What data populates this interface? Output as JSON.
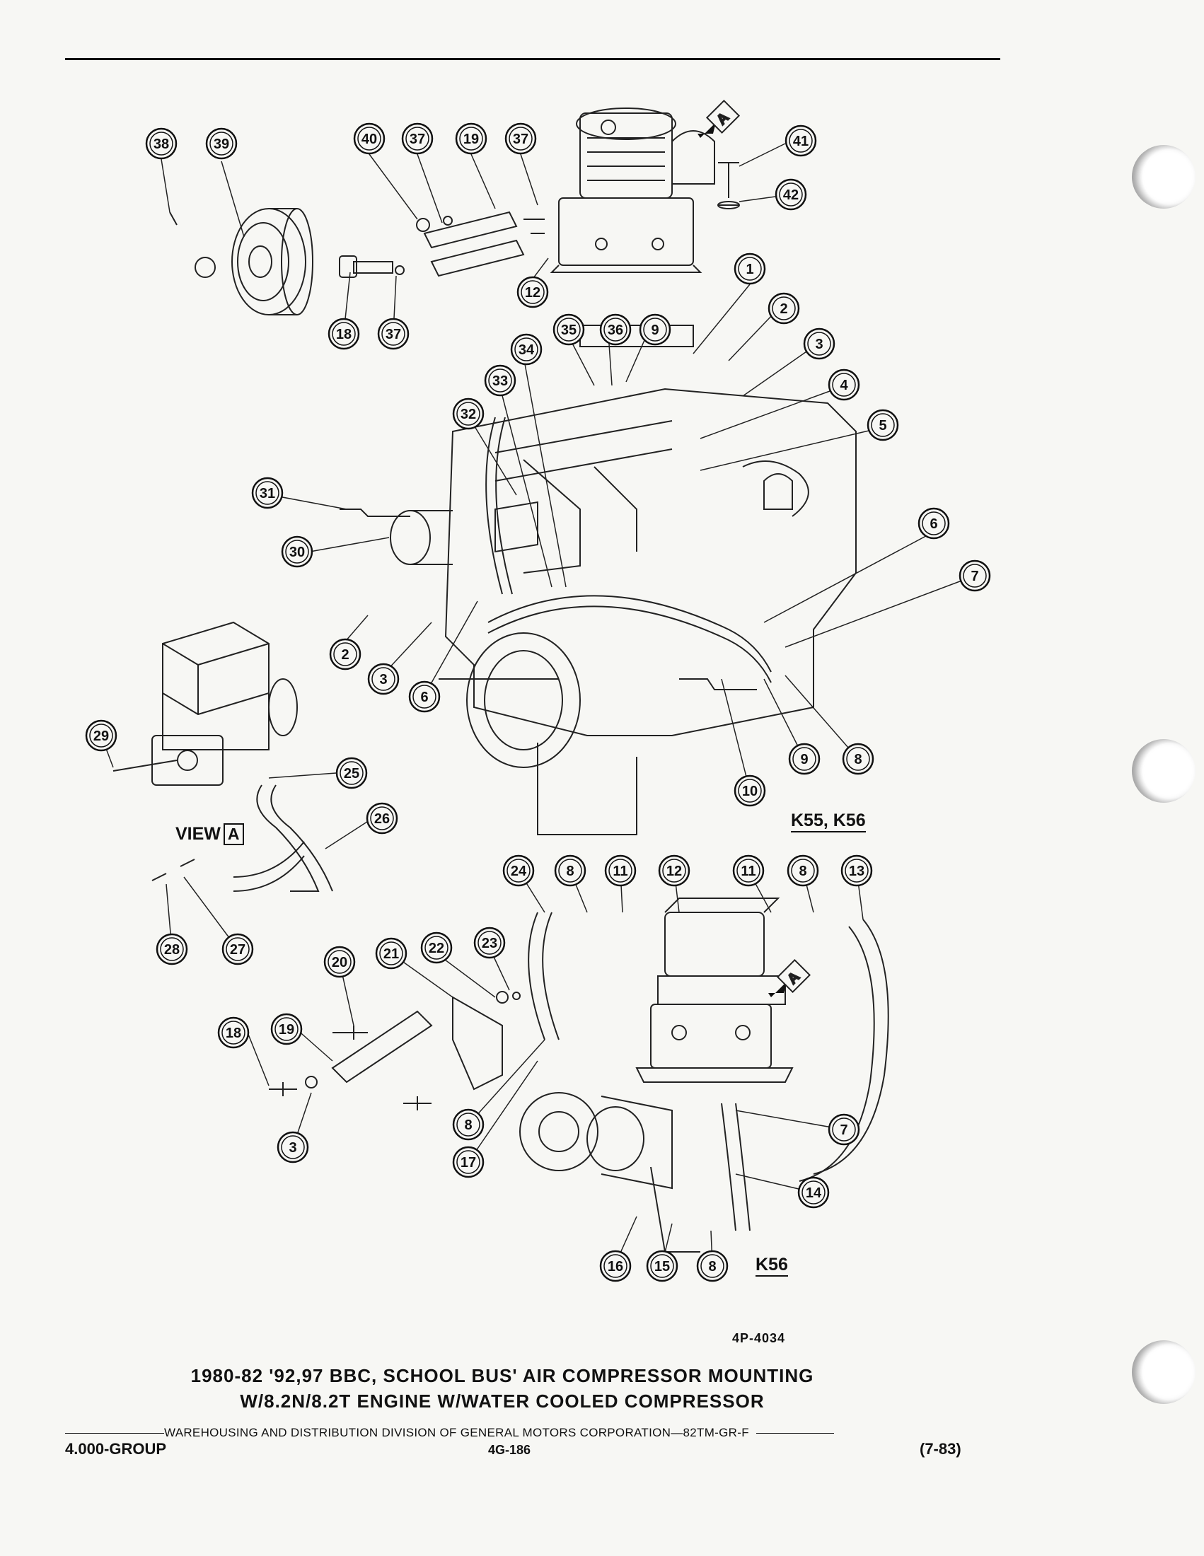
{
  "figure": {
    "code": "4P-4034",
    "caption_line1": "1980-82 '92,97 BBC, SCHOOL BUS' AIR COMPRESSOR MOUNTING",
    "caption_line2": "W/8.2N/8.2T ENGINE  W/WATER COOLED COMPRESSOR"
  },
  "labels": {
    "k55_k56": "K55, K56",
    "k56": "K56",
    "view_a": "VIEW",
    "view_a_box": "A",
    "arrow_a": "A"
  },
  "footer": {
    "publisher": "WAREHOUSING AND DISTRIBUTION  DIVISION OF GENERAL MOTORS CORPORATION—82TM-GR-F",
    "group": "4.000-GROUP",
    "page": "4G-186",
    "date": "(7-83)"
  },
  "callouts": [
    {
      "n": "38"
    },
    {
      "n": "39"
    },
    {
      "n": "40"
    },
    {
      "n": "37"
    },
    {
      "n": "19"
    },
    {
      "n": "37"
    },
    {
      "n": "41"
    },
    {
      "n": "42"
    },
    {
      "n": "12"
    },
    {
      "n": "18"
    },
    {
      "n": "37"
    },
    {
      "n": "1"
    },
    {
      "n": "2"
    },
    {
      "n": "3"
    },
    {
      "n": "4"
    },
    {
      "n": "5"
    },
    {
      "n": "35"
    },
    {
      "n": "36"
    },
    {
      "n": "9"
    },
    {
      "n": "34"
    },
    {
      "n": "33"
    },
    {
      "n": "32"
    },
    {
      "n": "31"
    },
    {
      "n": "30"
    },
    {
      "n": "6"
    },
    {
      "n": "7"
    },
    {
      "n": "2"
    },
    {
      "n": "3"
    },
    {
      "n": "6"
    },
    {
      "n": "29"
    },
    {
      "n": "25"
    },
    {
      "n": "26"
    },
    {
      "n": "10"
    },
    {
      "n": "9"
    },
    {
      "n": "8"
    },
    {
      "n": "28"
    },
    {
      "n": "27"
    },
    {
      "n": "24"
    },
    {
      "n": "8"
    },
    {
      "n": "11"
    },
    {
      "n": "12"
    },
    {
      "n": "11"
    },
    {
      "n": "8"
    },
    {
      "n": "13"
    },
    {
      "n": "20"
    },
    {
      "n": "21"
    },
    {
      "n": "22"
    },
    {
      "n": "23"
    },
    {
      "n": "18"
    },
    {
      "n": "19"
    },
    {
      "n": "3"
    },
    {
      "n": "8"
    },
    {
      "n": "17"
    },
    {
      "n": "7"
    },
    {
      "n": "14"
    },
    {
      "n": "16"
    },
    {
      "n": "15"
    },
    {
      "n": "8"
    }
  ]
}
